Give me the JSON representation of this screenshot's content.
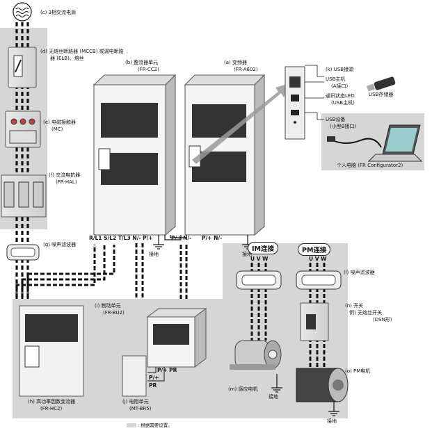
{
  "power_source": {
    "label": "(c) 3相交流电源"
  },
  "mccb": {
    "line1": "(d) 无熔丝断路器 (MCCB) 或漏电断路",
    "line2": "器 (ELB)、熔丝"
  },
  "mc": {
    "line1": "(e) 电磁接触器",
    "line2": "(MC)"
  },
  "reactor": {
    "line1": "(f) 交流电抗器",
    "line2": "(FR-HAL)"
  },
  "noise_filter_g": {
    "label": "(g) 噪声滤波器"
  },
  "converter": {
    "line1": "(b) 整流器单元",
    "line2": "(FR-CC2)",
    "terminals": "R/L1 S/L2 T/L3  N/- P/+"
  },
  "inverter": {
    "line1": "(a) 变频器",
    "line2": "(FR-A802)",
    "terminals": "P/+ N/-"
  },
  "converter_out": {
    "terminals": "P/+ N/-"
  },
  "ground": {
    "label": "接地"
  },
  "usb": {
    "title": "(k) USB接頭",
    "host_line1": "USB主机",
    "host_line2": "(A接口)",
    "storage": "USB存储器",
    "led_line1": "通讯状态LED",
    "led_line2": "(USB主机)",
    "device_line1": "USB设备",
    "device_line2": "(小型B接口)",
    "pc": "个人电脑 (FR Configurator2)"
  },
  "im": {
    "header": "IM连接",
    "uvw": "U V W",
    "motor_line1": "(m) 感应电机"
  },
  "pm": {
    "header": "PM连接",
    "uvw": "U V W",
    "motor_line1": "(o) PM电机"
  },
  "noise_filter_l": {
    "label": "(l) 噪声滤波器"
  },
  "switch": {
    "line1": "(n) 开关",
    "line2": "例) 无熔丝开关",
    "line3": "(DSN形)"
  },
  "brake": {
    "line1": "(i) 制动单元",
    "line2": "(FR-BU2)",
    "pr_top": "P/+  PR",
    "pr_bot_1": "P/+",
    "pr_bot_2": "PR"
  },
  "hc": {
    "line1": "(h) 高功率因数变流器",
    "line2": "(FR-HC2)"
  },
  "resistor": {
    "line1": "(j) 电阻单元",
    "line2": "(MT-BR5)"
  },
  "note": {
    "text": ": 根据需要设置。"
  },
  "colors": {
    "grey_area": "#d6d6d6",
    "wire": "#111111",
    "device_body": "#f4f4f4",
    "device_edge": "#555555"
  }
}
